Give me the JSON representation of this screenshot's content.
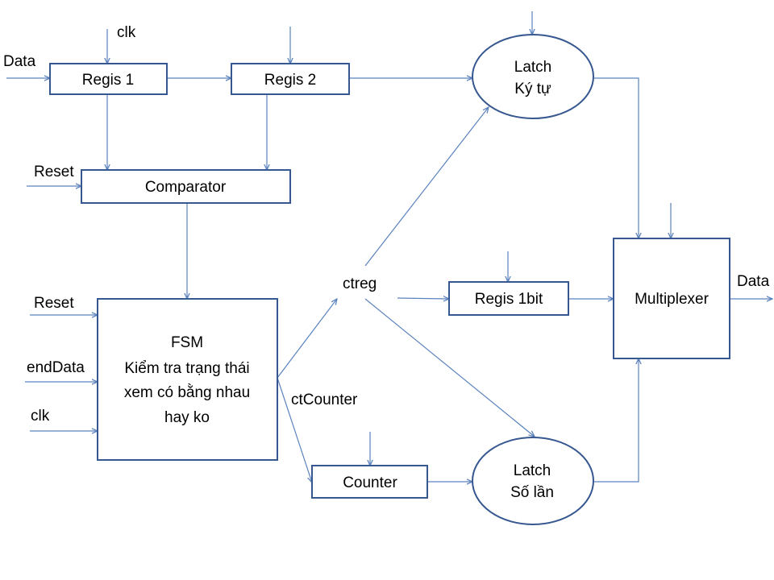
{
  "blocks": {
    "regis1": "Regis 1",
    "regis2": "Regis 2",
    "comparator": "Comparator",
    "fsm": [
      "FSM",
      "Kiểm tra trạng thái",
      "xem có bằng nhau",
      "hay ko"
    ],
    "latch_kytu": [
      "Latch",
      "Ký tự"
    ],
    "regis1bit": "Regis 1bit",
    "multiplexer": "Multiplexer",
    "counter": "Counter",
    "latch_solan": [
      "Latch",
      "Số lần"
    ]
  },
  "signals": {
    "data_in": "Data",
    "clk_top": "clk",
    "reset_comparator": "Reset",
    "reset_fsm": "Reset",
    "enddata": "endData",
    "clk_fsm": "clk",
    "ctreg": "ctreg",
    "ctcounter": "ctCounter",
    "data_out": "Data"
  },
  "colors": {
    "block_border": "#36578f",
    "wire": "#5b82bd",
    "text": "#000000"
  }
}
